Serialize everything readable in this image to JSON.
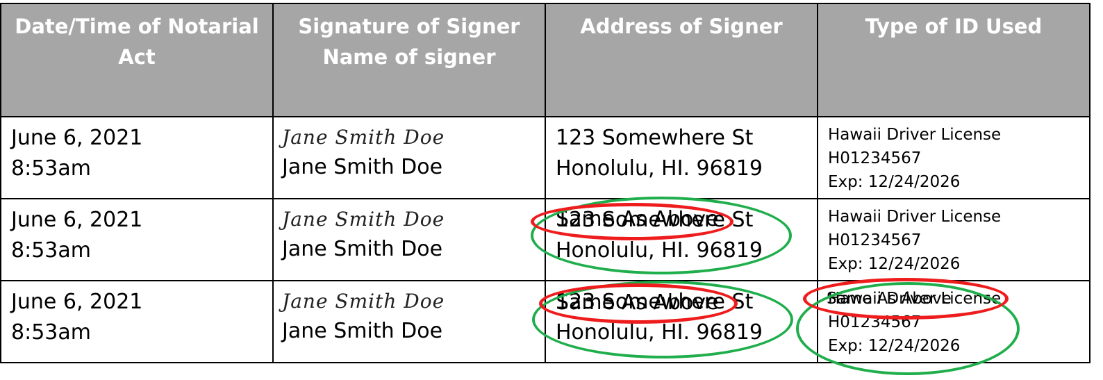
{
  "columns": [
    {
      "line1": "Date/Time of Notarial",
      "line2": "Act"
    },
    {
      "line1": "Signature of Signer",
      "line2": "Name of signer"
    },
    {
      "line1": "Address of Signer",
      "line2": ""
    },
    {
      "line1": "Type of ID Used",
      "line2": ""
    }
  ],
  "rows": [
    {
      "date": "June 6, 2021",
      "time": "8:53am",
      "signature": "Jane Smith Doe",
      "name": "Jane Smith Doe",
      "address1": "123 Somewhere St",
      "address2": "Honolulu, HI. 96819",
      "id_type": "Hawaii Driver License",
      "id_number": "H01234567",
      "id_exp": "Exp: 12/24/2026"
    },
    {
      "date": "June 6, 2021",
      "time": "8:53am",
      "signature": "Jane Smith Doe",
      "name": "Jane Smith Doe",
      "address1": "123 Somewhere St",
      "address2": "Honolulu, HI. 96819",
      "id_type": "Hawaii Driver License",
      "id_number": "H01234567",
      "id_exp": "Exp: 12/24/2026"
    },
    {
      "date": "June 6, 2021",
      "time": "8:53am",
      "signature": "Jane Smith Doe",
      "name": "Jane Smith Doe",
      "address1": "123 Somewhere St",
      "address2": "Honolulu, HI. 96819",
      "id_type": "Hawaii Driver License",
      "id_number": "H01234567",
      "id_exp": "Exp: 12/24/2026"
    }
  ],
  "annotations": {
    "row2_address_overlay": "Same As Above",
    "row3_address_overlay": "Same As Above",
    "row3_id_overlay": "Same As Above",
    "wrong_color": "#ee1c1c",
    "correct_color": "#1fae4b"
  },
  "colors": {
    "header_bg": "#a6a6a6",
    "header_text": "#ffffff",
    "border": "#000000"
  }
}
